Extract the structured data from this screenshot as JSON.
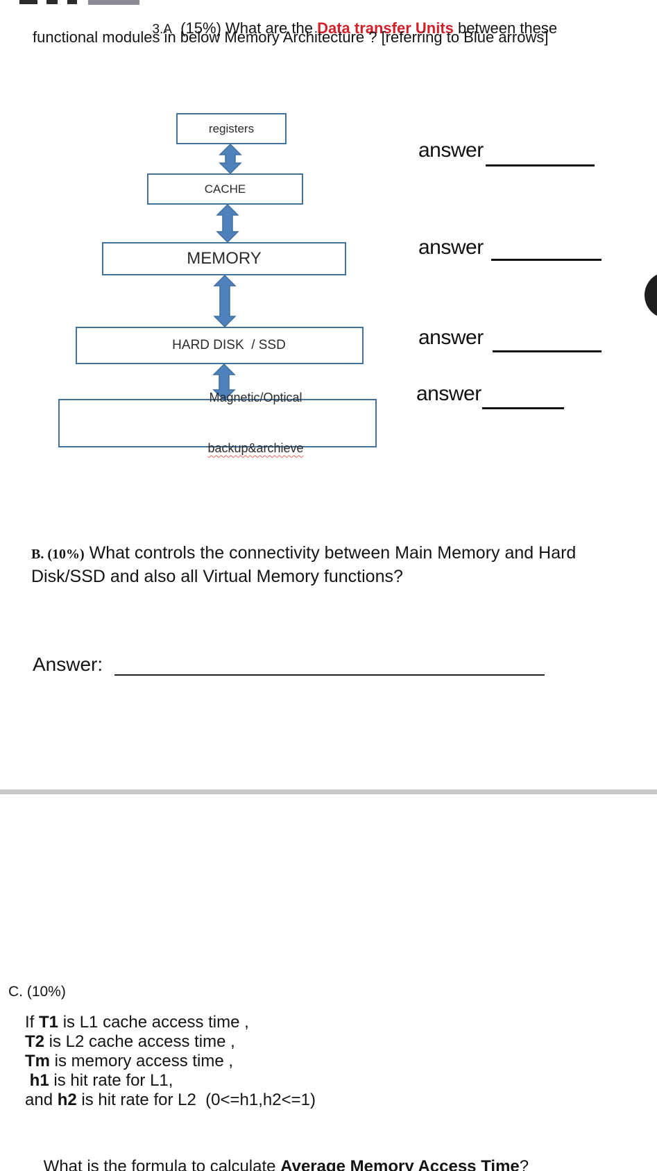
{
  "title": {
    "num": "3.A",
    "line1_mid": "  (15%) What are the ",
    "line1_highlight": "Data transfer Units",
    "line1_suffix": " between these",
    "line2": "functional modules in below Memory Architecture ? [referring to Blue arrows]",
    "highlight_color": "#d0202a"
  },
  "diagram": {
    "border_color": "#41719c",
    "arrow_fill": "#4f81bd",
    "boxes": [
      {
        "label": "registers"
      },
      {
        "label": "CACHE"
      },
      {
        "label": "MEMORY"
      },
      {
        "label": "HARD DISK  / SSD"
      },
      {
        "line1": "Magnetic/Optical",
        "line2": "backup&archieve"
      }
    ]
  },
  "answer_blanks": [
    {
      "label": "answer"
    },
    {
      "label": "answer"
    },
    {
      "label": "answer"
    },
    {
      "label": "answer"
    }
  ],
  "question_b": {
    "prefix": "B. (10%)",
    "line1": " What controls the connectivity between Main Memory and Hard",
    "line2": "Disk/SSD and also all Virtual Memory functions?",
    "answer_label": "Answer:"
  },
  "question_c": {
    "heading": "C. (10%)",
    "lines": [
      {
        "pre": "If ",
        "bold": "T1",
        "post": " is L1 cache access time ,"
      },
      {
        "pre": "",
        "bold": "T2",
        "post": " is L2 cache access time ,"
      },
      {
        "pre": "",
        "bold": "Tm",
        "post": " is memory access time ,"
      },
      {
        "pre": " ",
        "bold": "h1",
        "post": " is hit rate for L1,"
      },
      {
        "pre": "and ",
        "bold": "h2",
        "post": " is hit rate for L2  (0<=h1,h2<=1)"
      }
    ],
    "question": {
      "pre": "What is the formula to calculate ",
      "bold": "Average Memory Access Time",
      "post": "?"
    }
  }
}
